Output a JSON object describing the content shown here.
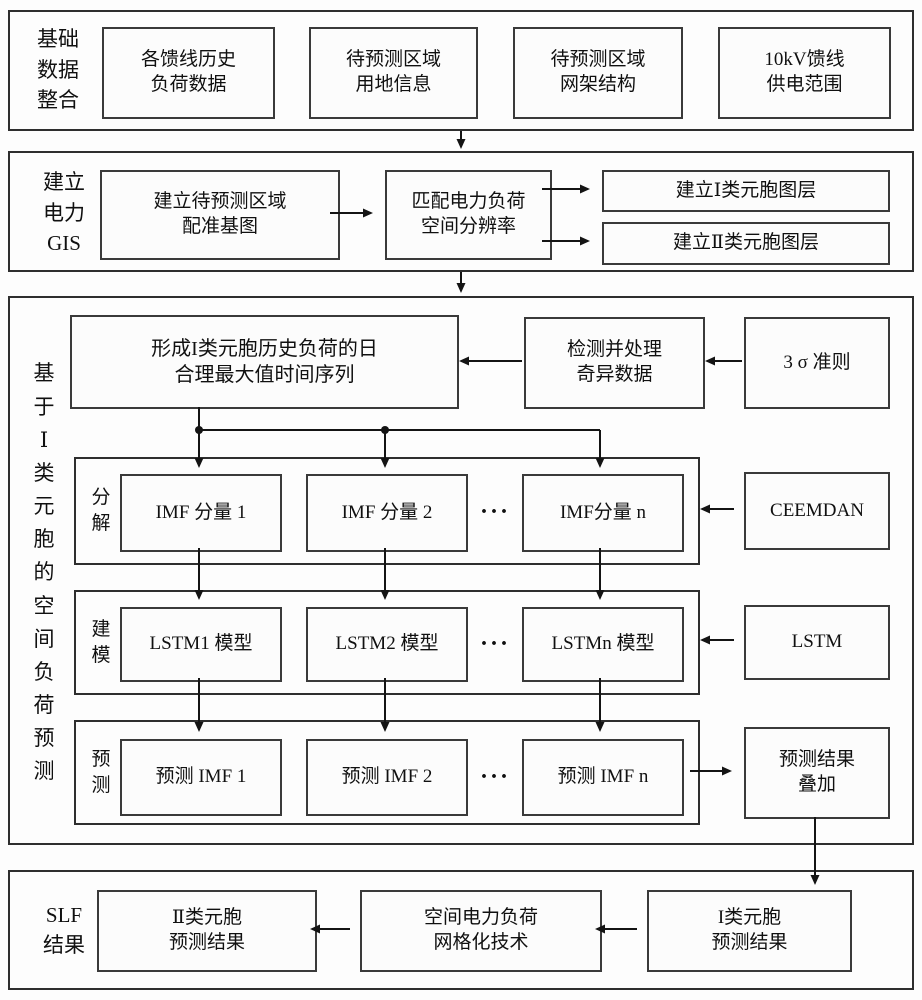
{
  "colors": {
    "border": "#2e2e2e",
    "box_border": "#3a3a3a",
    "text": "#101010",
    "background": "#fdfdfd"
  },
  "sections": {
    "base_data": {
      "label": "基础\n数据\n整合",
      "boxes": {
        "feeder_history": "各馈线历史\n负荷数据",
        "land_info": "待预测区域\n用地信息",
        "grid_structure": "待预测区域\n网架结构",
        "supply_range": "10kV馈线\n供电范围"
      }
    },
    "gis": {
      "label": "建立\n电力\nGIS",
      "boxes": {
        "base_map": "建立待预测区域\n配准基图",
        "resolution": "匹配电力负荷\n空间分辨率",
        "layer1": "建立Ⅰ类元胞图层",
        "layer2": "建立Ⅱ类元胞图层"
      }
    },
    "forecast": {
      "label": "基\n于\nⅠ\n类\n元\n胞\n的\n空\n间\n负\n荷\n预\n测",
      "boxes": {
        "time_series": "形成I类元胞历史负荷的日\n合理最大值时间序列",
        "outlier": "检测并处理\n奇异数据",
        "sigma": "3 σ 准则",
        "ceemdan": "CEEMDAN",
        "lstm": "LSTM",
        "superpose": "预测结果\n叠加"
      },
      "decompose": {
        "label": "分\n解",
        "items": [
          "IMF 分量 1",
          "IMF 分量 2",
          "IMF分量 n"
        ],
        "ellipsis": "···"
      },
      "modeling": {
        "label": "建\n模",
        "items": [
          "LSTM1 模型",
          "LSTM2 模型",
          "LSTMn 模型"
        ],
        "ellipsis": "···"
      },
      "predict": {
        "label": "预\n测",
        "items": [
          "预测 IMF 1",
          "预测 IMF 2",
          "预测 IMF n"
        ],
        "ellipsis": "···"
      }
    },
    "slf": {
      "label": "SLF\n结果",
      "boxes": {
        "class2_result": "Ⅱ类元胞\n预测结果",
        "gridding": "空间电力负荷\n网格化技术",
        "class1_result": "I类元胞\n预测结果"
      }
    }
  }
}
